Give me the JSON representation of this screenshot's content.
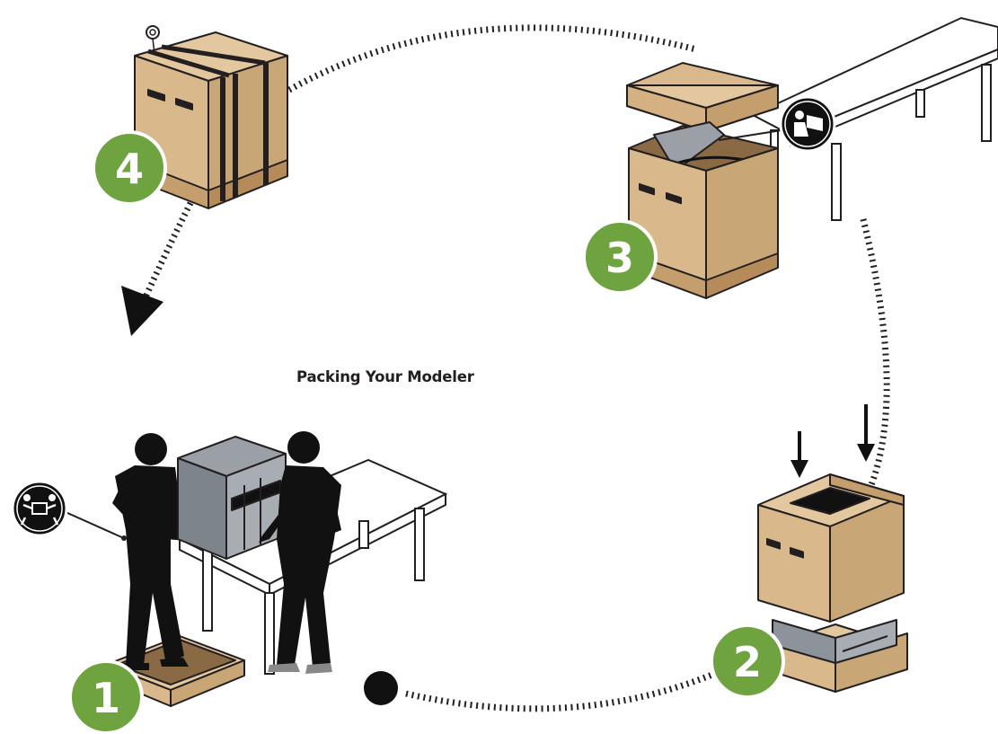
{
  "title": "Packing Your Modeler",
  "steps": [
    {
      "number": "1"
    },
    {
      "number": "2"
    },
    {
      "number": "3"
    },
    {
      "number": "4"
    }
  ],
  "colors": {
    "badge_green": "#6ea33f",
    "cardboard": "#d9b88c",
    "cardboard_dark": "#c49e6c",
    "cardboard_inner": "#8a6a45",
    "modeler_gray": "#8c939a",
    "outline": "#231f20"
  },
  "icons": [
    "two-person-lift-icon",
    "read-manual-icon",
    "down-arrow-icon",
    "arrowhead-icon",
    "start-dot-icon",
    "tape-roll-icon"
  ]
}
